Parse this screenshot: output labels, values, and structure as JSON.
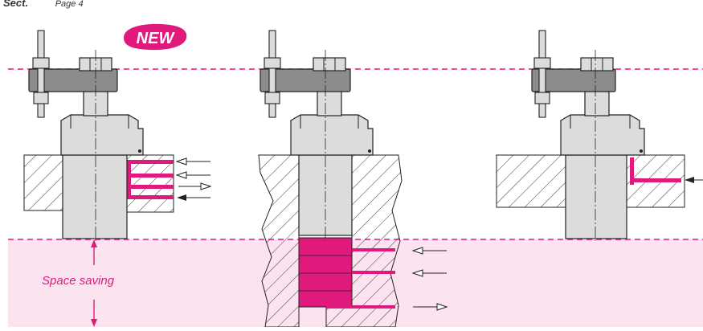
{
  "header": {
    "series": "Sect.",
    "page": "Page 4"
  },
  "badge": {
    "text": "NEW"
  },
  "label": {
    "space_saving": "Space saving"
  },
  "colors": {
    "magenta": "#e0197d",
    "pink_zone": "#fbe4f0",
    "cylinder": "#dcdcdc",
    "clamp_arm": "#8c8c8c",
    "outline": "#222222"
  },
  "icons": {
    "arrow_open": "open-arrowhead",
    "arrow_filled": "filled-arrowhead"
  }
}
